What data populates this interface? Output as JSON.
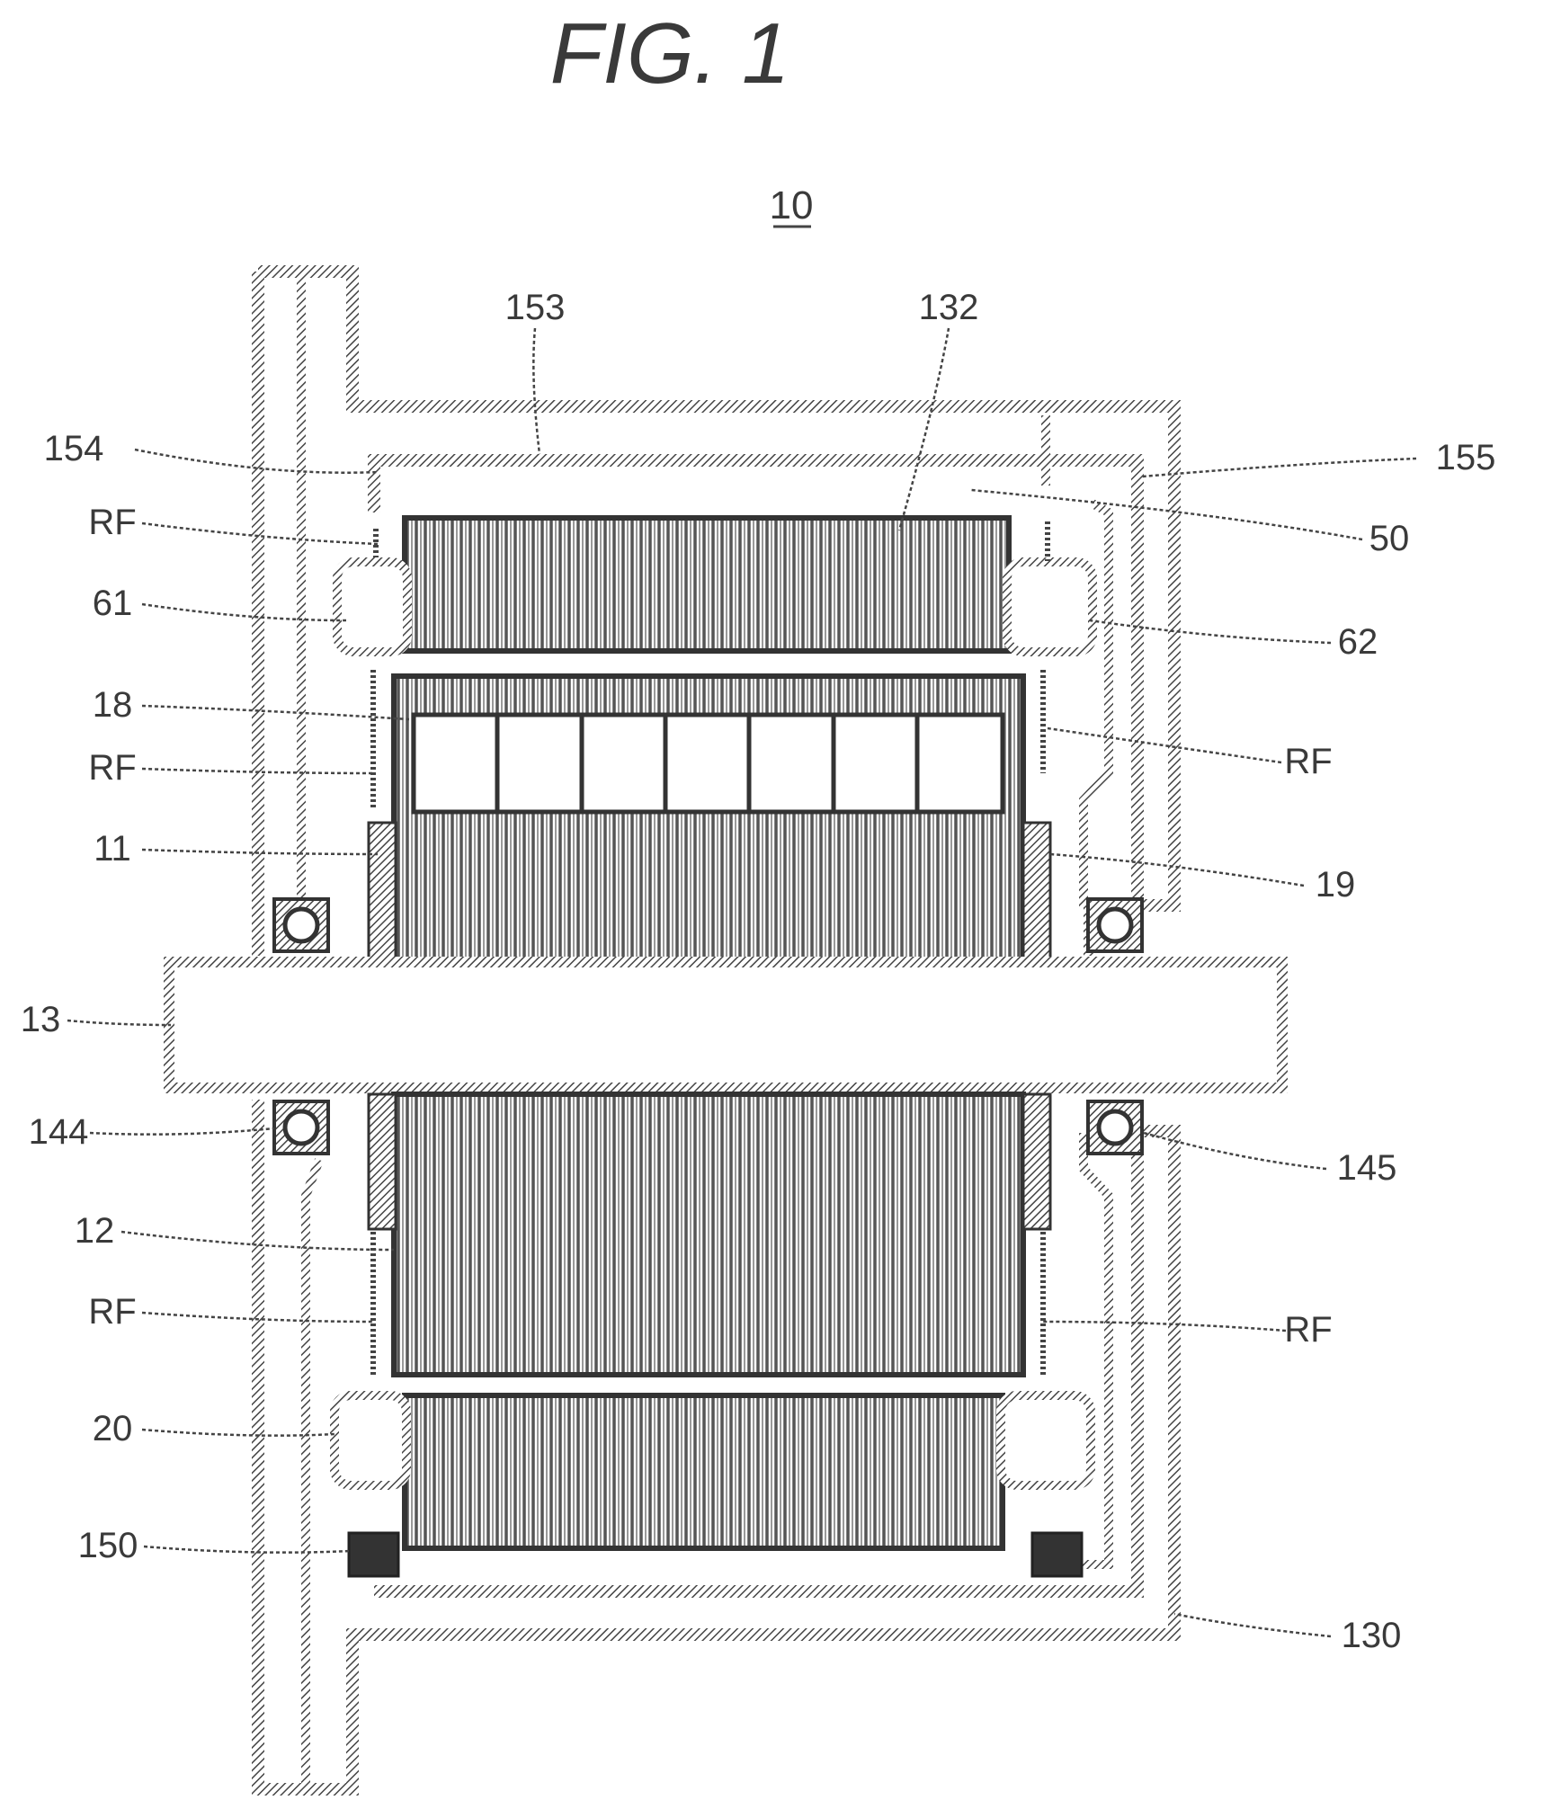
{
  "figure": {
    "title": "FIG. 1",
    "ref_number": "10"
  },
  "labels": {
    "l153": "153",
    "l132": "132",
    "l154": "154",
    "l155": "155",
    "l50": "50",
    "rf1": "RF",
    "l61": "61",
    "l62": "62",
    "l18": "18",
    "rf2": "RF",
    "rf3": "RF",
    "l11": "11",
    "l19": "19",
    "l13": "13",
    "l144": "144",
    "l145": "145",
    "l12": "12",
    "rf4": "RF",
    "rf5": "RF",
    "l20": "20",
    "l150": "150",
    "l130": "130"
  },
  "colors": {
    "line": "#333333",
    "hatch": "#555555",
    "background": "#ffffff"
  }
}
